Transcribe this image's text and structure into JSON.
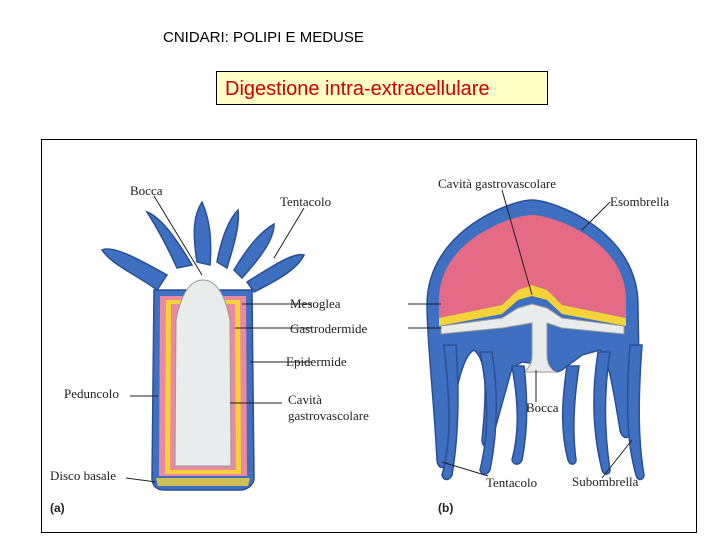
{
  "header": {
    "title": "CNIDARI: POLIPI E MEDUSE",
    "subtitle": "Digestione intra-extracellulare"
  },
  "diagram": {
    "labels": {
      "bocca_polyp": "Bocca",
      "tentacolo_polyp": "Tentacolo",
      "mesoglea": "Mesoglea",
      "gastrodermide": "Gastrodermide",
      "epidermide": "Epidermide",
      "peduncolo": "Peduncolo",
      "cavita_polyp_1": "Cavità",
      "cavita_polyp_2": "gastrovascolare",
      "disco_basale": "Disco basale",
      "cavita_medusa": "Cavità gastrovascolare",
      "esombrella": "Esombrella",
      "bocca_medusa": "Bocca",
      "tentacolo_medusa": "Tentacolo",
      "subombrella": "Subombrella"
    },
    "panels": {
      "a": "(a)",
      "b": "(b)"
    },
    "colors": {
      "epidermis": "#3f6fc0",
      "mesoglea": "#f4d23a",
      "gastrodermis": "#e98aa0",
      "cavity": "#e9ecec",
      "medusa_mesoglea": "#e56a86"
    }
  }
}
